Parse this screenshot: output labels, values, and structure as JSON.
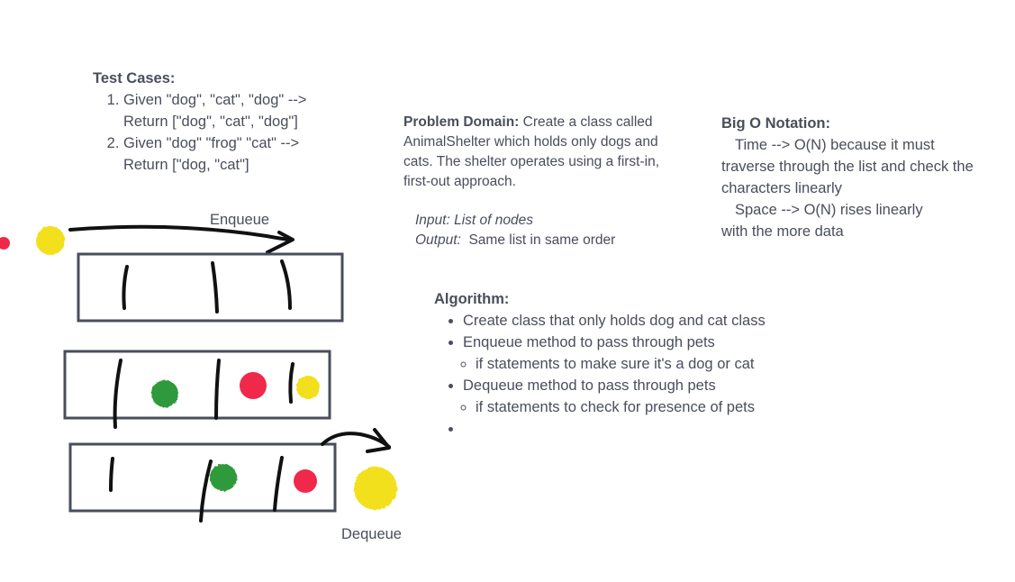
{
  "test_cases": {
    "title": "Test Cases:",
    "items": [
      "Given \"dog\", \"cat\", \"dog\" -->\nReturn [\"dog\", \"cat\", \"dog\"]",
      "Given \"dog\" \"frog\" \"cat\" -->\nReturn [\"dog, \"cat\"]"
    ]
  },
  "problem_domain": {
    "label": "Problem Domain:",
    "text": " Create a class called AnimalShelter which holds only dogs and cats. The shelter operates using a first-in, first-out approach."
  },
  "io": {
    "input_label": "Input:",
    "input_value": " List of nodes",
    "output_label": "Output:",
    "output_value": "  Same list in same order"
  },
  "big_o": {
    "title": "Big O Notation:",
    "time": "Time --> O(N) because it must",
    "time_cont": "traverse through the list and check the characters linearly",
    "space": "Space --> O(N) rises linearly",
    "space_cont": "with the more data"
  },
  "algorithm": {
    "title": "Algorithm:",
    "items": [
      {
        "text": "Create class that only holds dog and cat class",
        "sub": []
      },
      {
        "text": "Enqueue method to pass through pets",
        "sub": [
          "if statements to make sure it's a dog or cat"
        ]
      },
      {
        "text": "Dequeue method to pass through pets",
        "sub": [
          "if statements to check for presence of pets"
        ]
      },
      {
        "text": "",
        "sub": []
      }
    ]
  },
  "diagram": {
    "enqueue_label": "Enqueue",
    "dequeue_label": "Dequeue",
    "colors": {
      "box_stroke": "#4a4e5c",
      "ink": "#111111",
      "yellow": "#f2e01f",
      "green": "#2f9a3b",
      "red": "#f0284a"
    }
  }
}
